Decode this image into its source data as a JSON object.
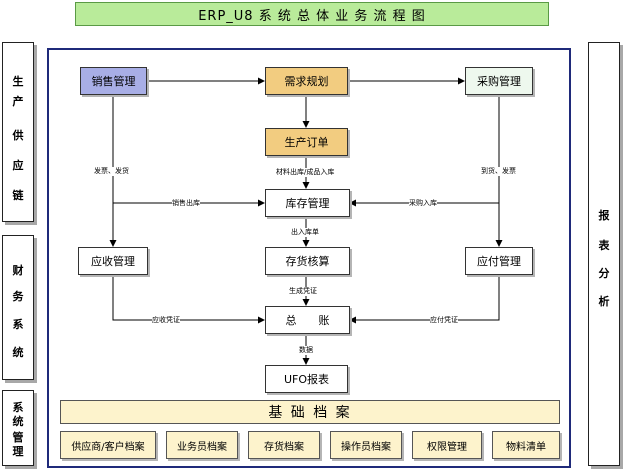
{
  "title": "ERP_U8 系 统 总 体 业 务 流 程 图",
  "left_sections": {
    "supply_chain": [
      "生",
      "产",
      "供",
      "应",
      "链"
    ],
    "finance": [
      "财",
      "务",
      "系",
      "统"
    ],
    "system_mgmt": [
      "系",
      "统",
      "管",
      "理"
    ]
  },
  "right_section": [
    "报",
    "表",
    "分",
    "析"
  ],
  "nodes": {
    "sales": "销售管理",
    "demand": "需求规划",
    "purchase": "采购管理",
    "production": "生产订单",
    "inventory": "库存管理",
    "receivable": "应收管理",
    "costing": "存货核算",
    "payable": "应付管理",
    "ledger": "总　　账",
    "ufo": "UFO报表"
  },
  "edge_labels": {
    "sales_invoice": "发票、发货",
    "material": "材料出库/成品入库",
    "purchase_invoice": "到货、发票",
    "sales_out": "销售出库",
    "purchase_in": "采购入库",
    "in_out_doc": "出入库单",
    "gen_voucher": "生成凭证",
    "recv_voucher": "应收凭证",
    "pay_voucher": "应付凭证",
    "data": "数据"
  },
  "base": {
    "title": "基 础 档 案",
    "items": [
      "供应商/客户档案",
      "业务员档案",
      "存货档案",
      "操作员档案",
      "权限管理",
      "物料清单"
    ]
  },
  "colors": {
    "title_bg": "#b9eb9a",
    "frame_border": "#1f2a7a",
    "sales_bg": "#a8aee6",
    "demand_bg": "#f2cc80",
    "purchase_bg": "#eef8ee",
    "base_bg": "#fdf3cc"
  }
}
